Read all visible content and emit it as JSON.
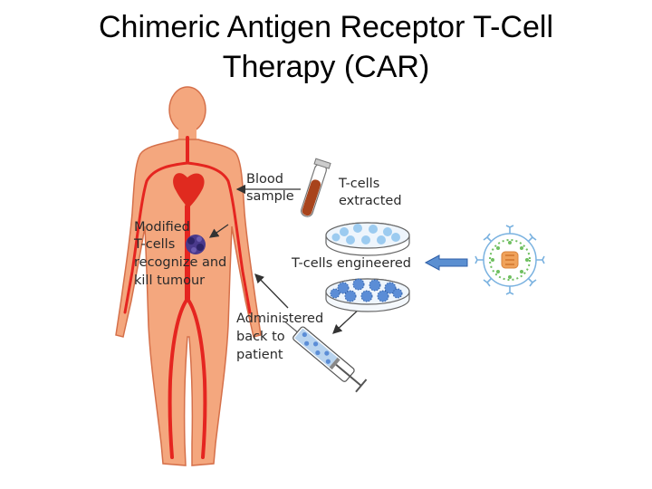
{
  "title": {
    "line1": "Chimeric Antigen Receptor T-Cell",
    "line2": "Therapy (CAR)"
  },
  "labels": {
    "blood_sample": [
      "Blood",
      "sample"
    ],
    "tcells_extracted": [
      "T-cells",
      "extracted"
    ],
    "tcells_engineered": "T-cells engineered",
    "modified_tcells": [
      "Modified",
      "T-cells",
      "recognize and",
      "kill tumour"
    ],
    "administered": [
      "Administered",
      "back to",
      "patient"
    ]
  },
  "colors": {
    "body_fill": "#f4a77e",
    "body_outline": "#d5704a",
    "vessel": "#e52520",
    "heart": "#e02a1f",
    "tube": "#a8441c",
    "cell_blue": "#9ccbf0",
    "engineered_blue": "#5b8dd6",
    "big_arrow": "#5b8fd1",
    "virus_green": "#6fbf60",
    "virus_core": "#f0a25a"
  },
  "icons": {
    "tumour": "tumour-icon",
    "virus": "viral-vector-icon",
    "syringe": "syringe-icon",
    "blood_tube": "blood-tube-icon"
  }
}
